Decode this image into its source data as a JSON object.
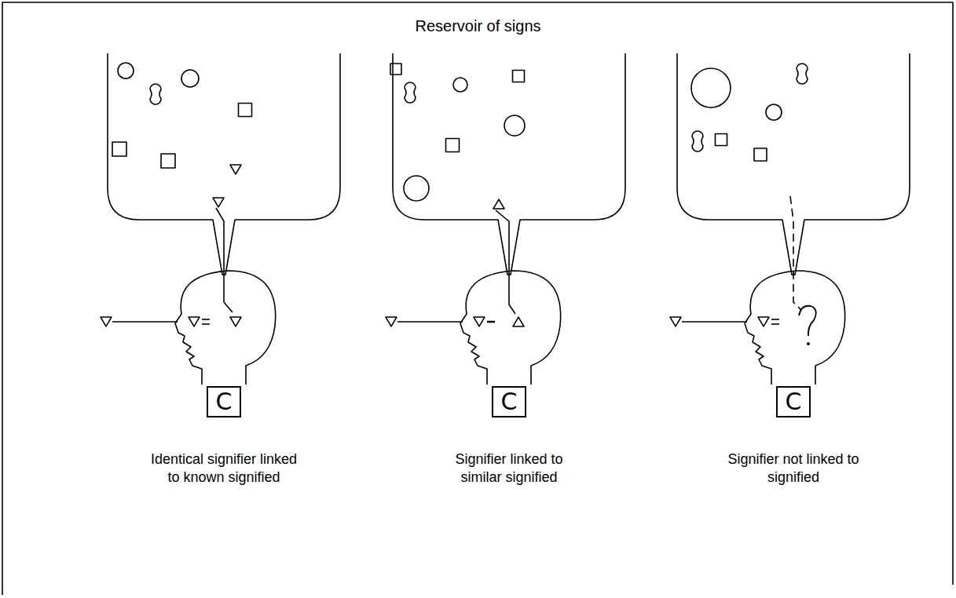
{
  "diagram": {
    "title": "Reservoir of signs",
    "nodes": [
      {
        "text": [
          "C"
        ]
      },
      {
        "text": [
          "C"
        ]
      },
      {
        "text": [
          "C"
        ]
      }
    ],
    "labels": [
      "Identical signifier linked to known signified",
      "Signifier linked to similar signified",
      "Signifier not linked to signified"
    ]
  }
}
